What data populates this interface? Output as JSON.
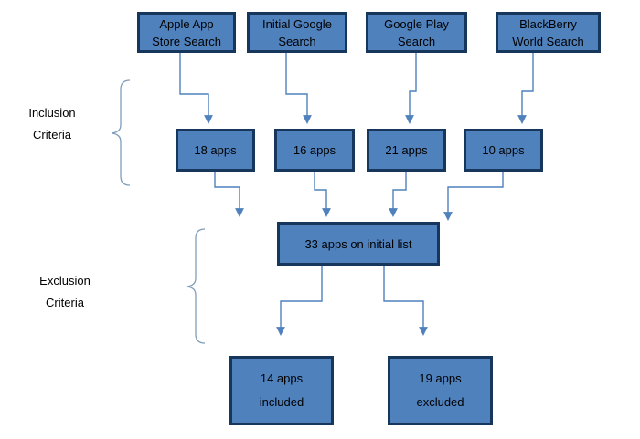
{
  "diagram_type": "flowchart",
  "boxes": {
    "sources": [
      "Apple App Store Search",
      "Initial Google Search",
      "Google Play Search",
      "BlackBerry World Search"
    ],
    "counts": [
      "18 apps",
      "16 apps",
      "21 apps",
      "10 apps"
    ],
    "initial_list": "33 apps on initial list",
    "outcomes": [
      "14 apps included",
      "19 apps excluded"
    ]
  },
  "labels": {
    "inclusion": "Inclusion Criteria",
    "exclusion": "Exclusion Criteria"
  },
  "colors": {
    "box_fill": "#4f81bd",
    "box_border": "#16365c",
    "connector": "#4f81bd",
    "brace": "#7f9db9"
  }
}
